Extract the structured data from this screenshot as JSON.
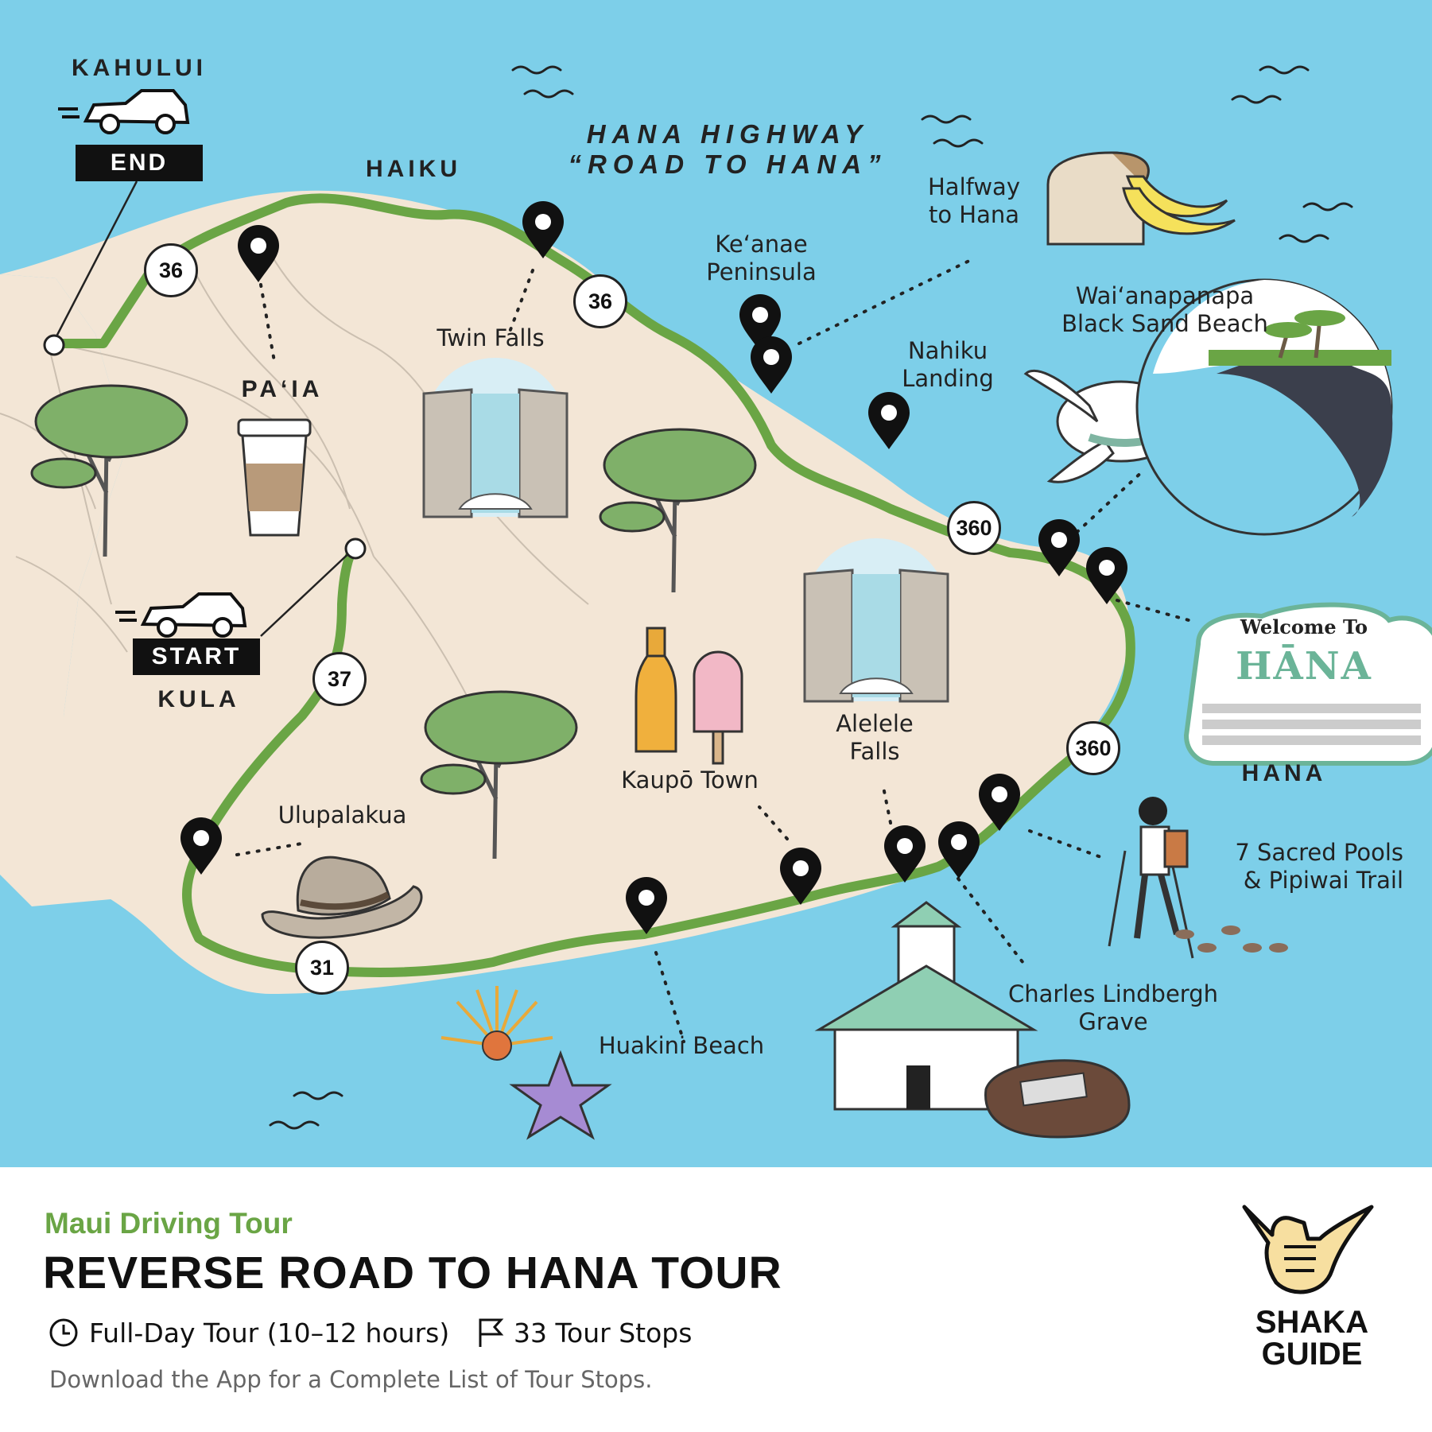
{
  "map": {
    "title_line1": "HANA HIGHWAY",
    "title_line2": "“ROAD TO HANA”",
    "towns": {
      "kahului": "KAHULUI",
      "haiku": "HAIKU",
      "paia": "PA‘IA",
      "kula": "KULA",
      "hana": "HANA"
    },
    "tags": {
      "end": "END",
      "start": "START"
    },
    "route_markers": [
      "36",
      "36",
      "37",
      "31",
      "360",
      "360"
    ],
    "stops": {
      "twin_falls": "Twin Falls",
      "keanae_line1": "Ke‘anae",
      "keanae_line2": "Peninsula",
      "halfway_line1": "Halfway",
      "halfway_line2": "to Hana",
      "nahiku_line1": "Nahiku",
      "nahiku_line2": "Landing",
      "waianapanapa_line1": "Wai‘anapanapa",
      "waianapanapa_line2": "Black Sand Beach",
      "alelele_line1": "Alelele",
      "alelele_line2": "Falls",
      "kaupo": "Kaupō Town",
      "ulupalakua": "Ulupalakua",
      "huakini": "Huakini Beach",
      "lindbergh_line1": "Charles Lindbergh",
      "lindbergh_line2": "Grave",
      "sacred_pools_line1": "7 Sacred Pools",
      "sacred_pools_line2": "& Pipiwai Trail"
    },
    "hana_sign": {
      "welcome": "Welcome To",
      "name": "HĀNA"
    },
    "colors": {
      "ocean": "#7dcfe9",
      "land": "#f3e6d6",
      "route": "#6aa545",
      "ink": "#111111"
    }
  },
  "footer": {
    "subtitle": "Maui Driving Tour",
    "title": "REVERSE ROAD TO HANA TOUR",
    "duration": "Full-Day Tour (10–12 hours)",
    "stops": "33 Tour Stops",
    "note": "Download the App for a Complete List of Tour Stops.",
    "brand_line1": "SHAKA",
    "brand_line2": "GUIDE",
    "icons": [
      "clock-icon",
      "flag-icon",
      "shaka-hand-icon"
    ]
  }
}
